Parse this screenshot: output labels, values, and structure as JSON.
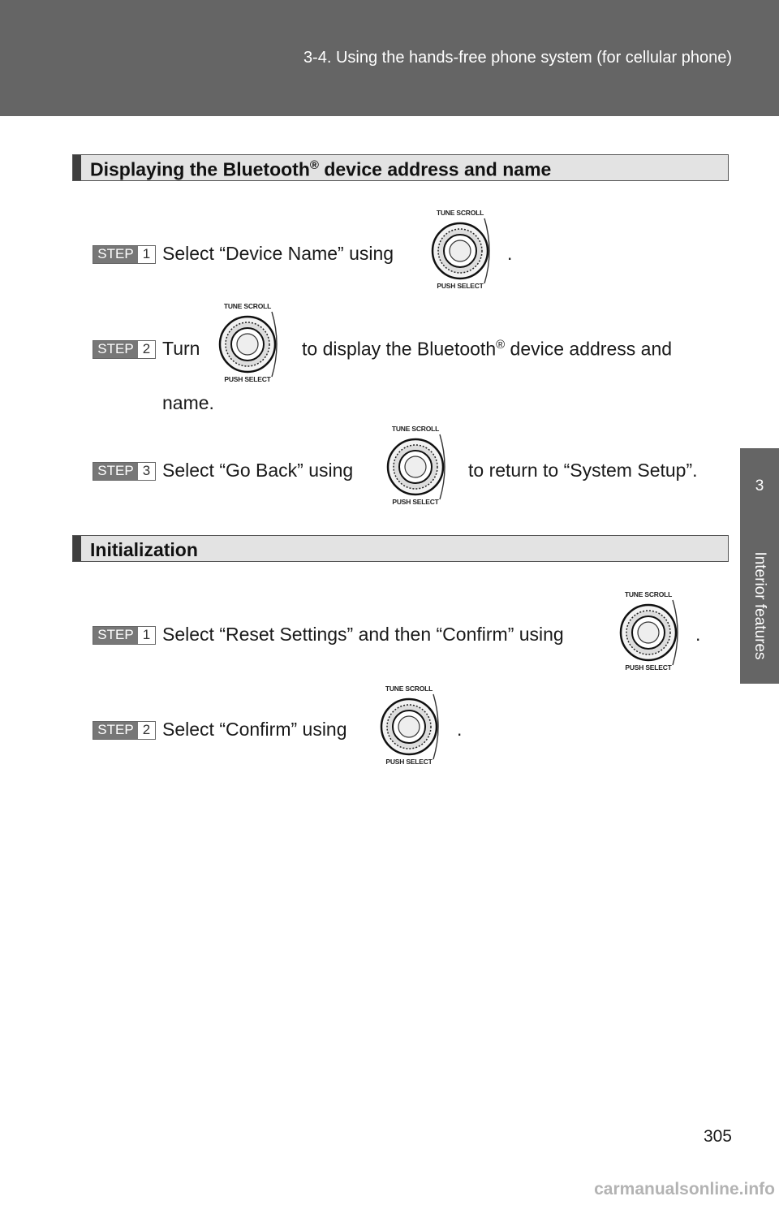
{
  "header": {
    "title": "3-4. Using the hands-free phone system (for cellular phone)"
  },
  "side_tab": {
    "number": "3",
    "label": "Interior features"
  },
  "knob": {
    "top_label": "TUNE SCROLL",
    "bottom_label": "PUSH SELECT"
  },
  "sections": [
    {
      "title_main": "Displaying the Bluetooth",
      "title_sup": "®",
      "title_rest": " device address and name",
      "steps": [
        {
          "step_word": "STEP",
          "step_num": "1",
          "text_before": "Select “Device Name” using",
          "text_after": "."
        },
        {
          "step_word": "STEP",
          "step_num": "2",
          "text_before": "Turn",
          "text_after_a": "to display the Bluetooth",
          "text_after_sup": "®",
          "text_after_b": " device address and",
          "text_cont": "name."
        },
        {
          "step_word": "STEP",
          "step_num": "3",
          "text_before": "Select “Go Back” using",
          "text_after": "to return to “System Setup”."
        }
      ]
    },
    {
      "title_main": "Initialization",
      "steps": [
        {
          "step_word": "STEP",
          "step_num": "1",
          "text_before": "Select “Reset Settings” and then “Confirm” using",
          "text_after": "."
        },
        {
          "step_word": "STEP",
          "step_num": "2",
          "text_before": "Select “Confirm” using",
          "text_after": "."
        }
      ]
    }
  ],
  "page_number": "305",
  "watermark": "carmanualsonline.info",
  "colors": {
    "header_bg": "#656565",
    "heading_bg": "#e3e3e3",
    "heading_bar": "#3f3f3f",
    "step_badge": "#777777"
  }
}
